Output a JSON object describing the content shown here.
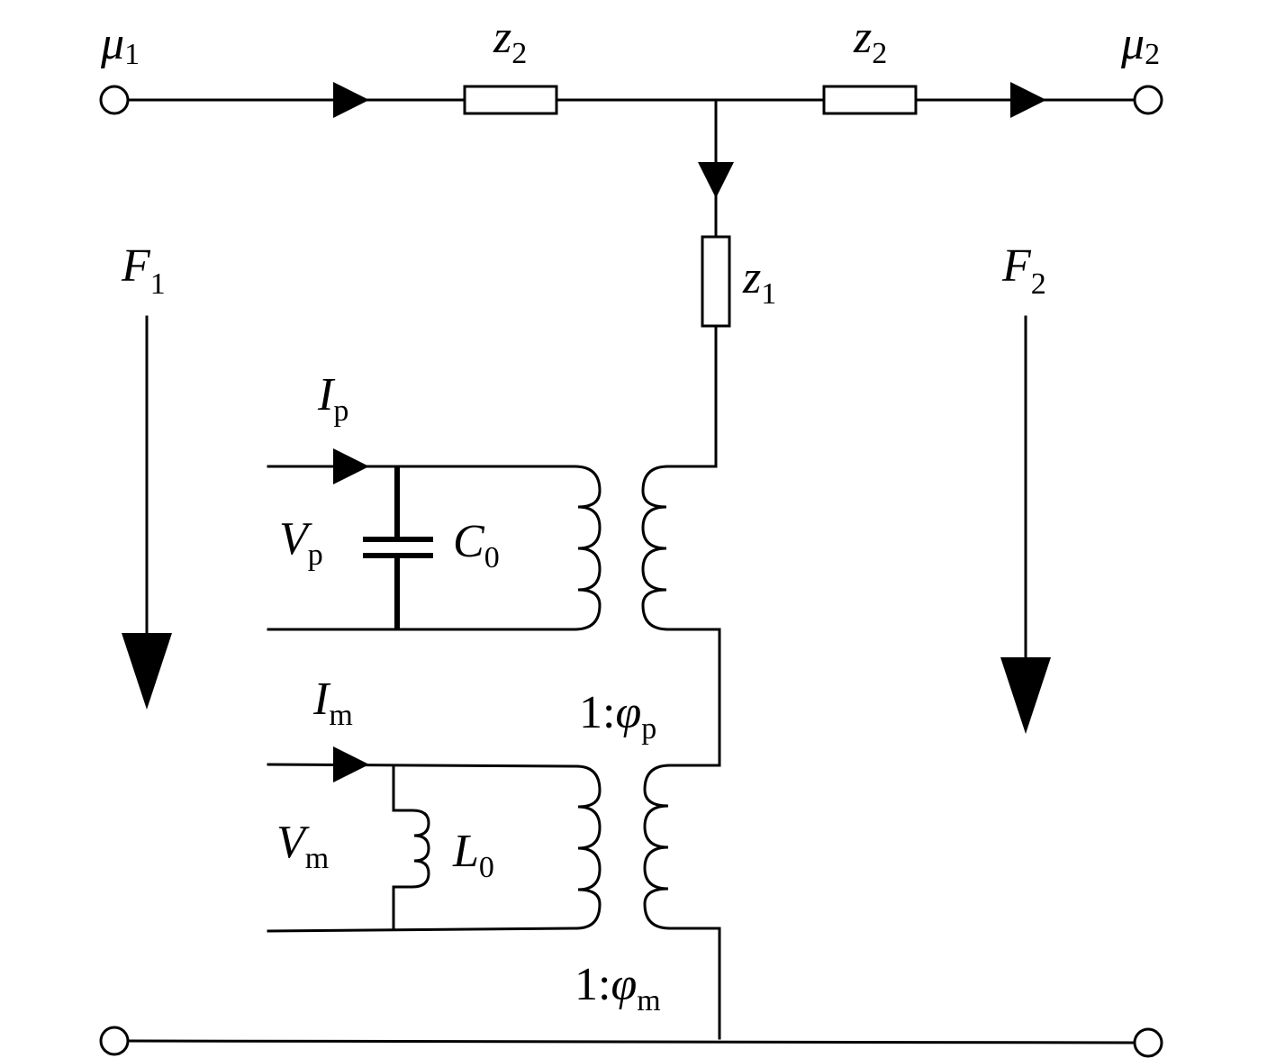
{
  "labels": {
    "mu1": {
      "sym": "μ",
      "sub": "1"
    },
    "mu2": {
      "sym": "μ",
      "sub": "2"
    },
    "z2_left": {
      "sym": "z",
      "sub": "2"
    },
    "z2_right": {
      "sym": "z",
      "sub": "2"
    },
    "z1": {
      "sym": "z",
      "sub": "1"
    },
    "F1": {
      "sym": "F",
      "sub": "1"
    },
    "F2": {
      "sym": "F",
      "sub": "2"
    },
    "Ip": {
      "sym": "I",
      "sub": "p"
    },
    "Vp": {
      "sym": "V",
      "sub": "p"
    },
    "C0": {
      "sym": "C",
      "sub": "0"
    },
    "Im": {
      "sym": "I",
      "sub": "m"
    },
    "Vm": {
      "sym": "V",
      "sub": "m"
    },
    "L0": {
      "sym": "L",
      "sub": "0"
    },
    "ratio_p": {
      "prefix": "1:",
      "sym": "φ",
      "sub": "p"
    },
    "ratio_m": {
      "prefix": "1:",
      "sym": "φ",
      "sub": "m"
    }
  },
  "colors": {
    "stroke": "#000000",
    "background": "#ffffff"
  }
}
